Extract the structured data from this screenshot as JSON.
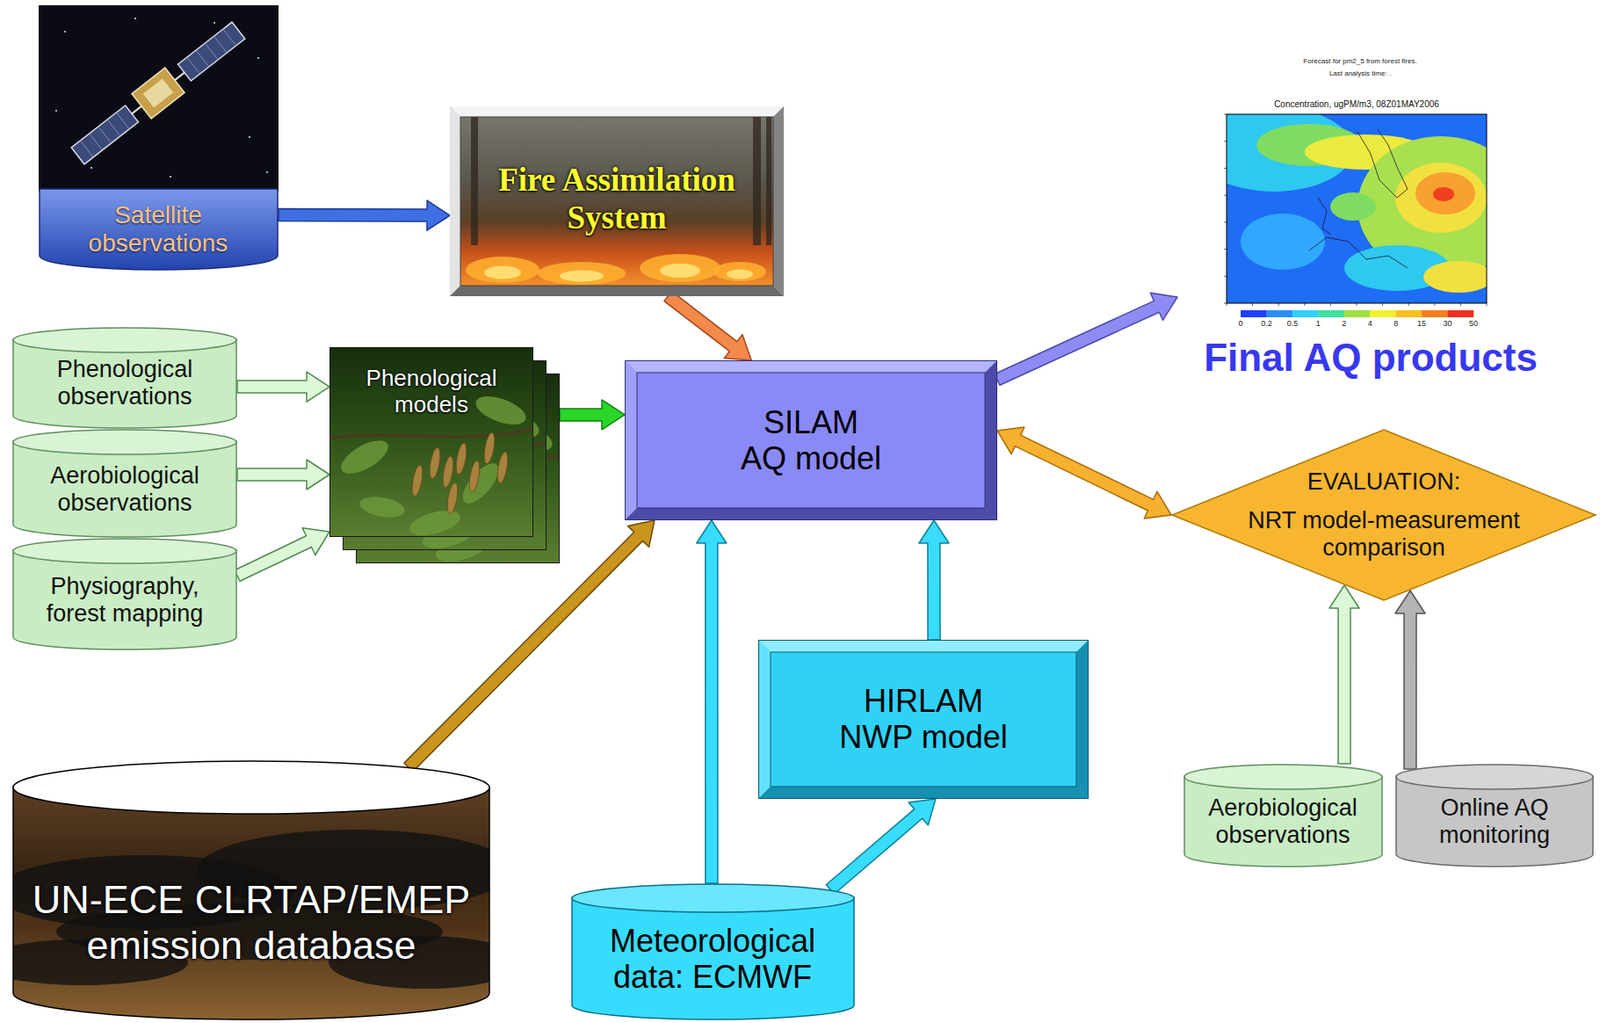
{
  "diagram": {
    "nodes": [
      {
        "text": [
          "Satellite observations"
        ]
      },
      {
        "text": [
          "Fire Assimilation System"
        ]
      },
      {
        "text": [
          "Forecast for pm2_5 from forest fires.",
          "Last analysis time: .",
          "Concentration, ugPM/m3, 08Z01MAY2006",
          "Final AQ products"
        ]
      },
      {
        "text": [
          "Phenological observations"
        ]
      },
      {
        "text": [
          "Phenological models"
        ]
      },
      {
        "text": [
          "SILAM AQ model"
        ]
      },
      {
        "text": [
          "Aerobiological observations"
        ]
      },
      {
        "text": [
          "EVALUATION:",
          "NRT model-measurement comparison"
        ]
      },
      {
        "text": [
          "Physiography, forest mapping"
        ]
      },
      {
        "text": [
          "HIRLAM NWP model"
        ]
      },
      {
        "text": [
          "UN-ECE CLRTAP/EMEP emission database"
        ]
      },
      {
        "text": [
          "Aerobiological observations"
        ]
      },
      {
        "text": [
          "Online AQ monitoring"
        ]
      },
      {
        "text": [
          "Meteorological data: ECMWF"
        ]
      }
    ],
    "edges": [
      {
        "from": 0,
        "to": 1,
        "arrow": "to"
      },
      {
        "from": 1,
        "to": 5,
        "arrow": "to"
      },
      {
        "from": 5,
        "to": 2,
        "arrow": "to"
      },
      {
        "from": 3,
        "to": 4,
        "arrow": "to"
      },
      {
        "from": 6,
        "to": 4,
        "arrow": "to"
      },
      {
        "from": 8,
        "to": 4,
        "arrow": "to"
      },
      {
        "from": 4,
        "to": 5,
        "arrow": "to"
      },
      {
        "from": 5,
        "to": 7,
        "arrow": "both"
      },
      {
        "from": 11,
        "to": 7,
        "arrow": "to"
      },
      {
        "from": 12,
        "to": 7,
        "arrow": "to"
      },
      {
        "from": 10,
        "to": 5,
        "arrow": "to"
      },
      {
        "from": 13,
        "to": 5,
        "arrow": "to"
      },
      {
        "from": 13,
        "to": 9,
        "arrow": "to"
      },
      {
        "from": 9,
        "to": 5,
        "arrow": "to"
      }
    ],
    "labels": [
      "0",
      "0.2",
      "0.5",
      "1",
      "2",
      "4",
      "8",
      "15",
      "30",
      "50"
    ]
  }
}
